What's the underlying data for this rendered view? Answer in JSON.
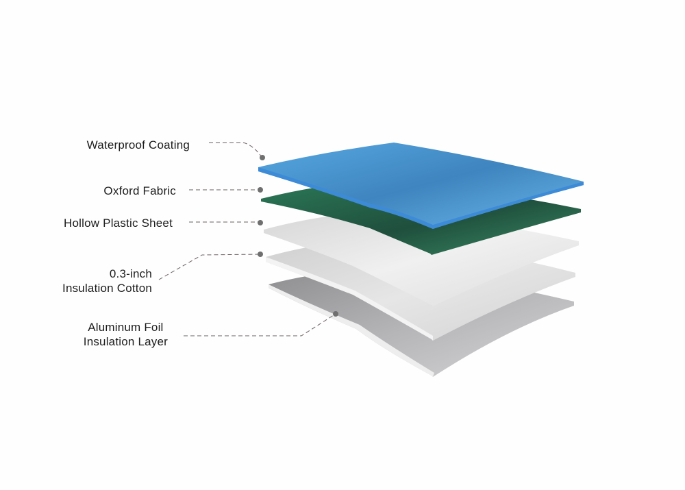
{
  "labels": {
    "waterproof": "Waterproof Coating",
    "oxford": "Oxford Fabric",
    "plastic": "Hollow Plastic Sheet",
    "cotton_line1": "0.3-inch",
    "cotton_line2": "Insulation Cotton",
    "foil_line1": "Aluminum Foil",
    "foil_line2": "Insulation Layer"
  },
  "colors": {
    "waterproof": "#4a9fd8",
    "oxford": "#2f7a5a",
    "plastic": "#e4e4e4",
    "cotton": "#d8d8d8",
    "foil": "#a9a9ab",
    "leader": "#6b6060",
    "dot": "#6f6f6f"
  }
}
